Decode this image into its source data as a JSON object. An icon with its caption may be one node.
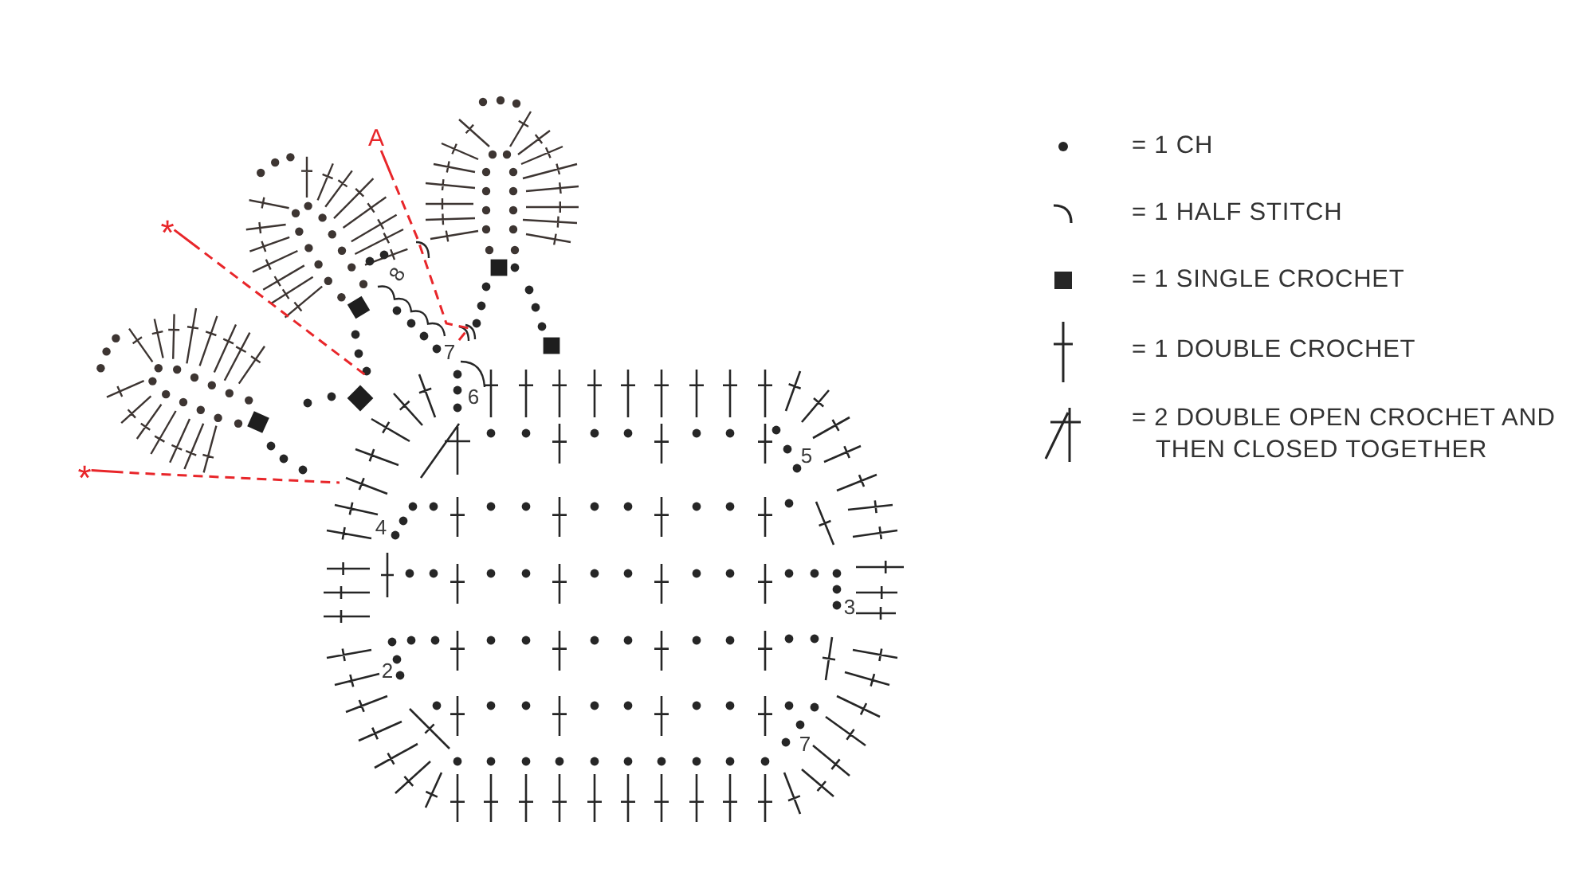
{
  "diagram": {
    "nodes": [
      {
        "text": [
          "A"
        ]
      },
      {
        "text": [
          "*"
        ]
      },
      {
        "text": [
          "7"
        ]
      },
      {
        "text": [
          "*"
        ]
      }
    ],
    "edges": [
      {
        "from": 0,
        "to": 2,
        "arrow": "none",
        "style": "dashed",
        "color": "#e8262a"
      },
      {
        "from": 1,
        "to": null,
        "arrow": "none",
        "style": "dashed",
        "color": "#e8262a"
      },
      {
        "from": 3,
        "to": null,
        "arrow": "none",
        "style": "dashed",
        "color": "#e8262a"
      }
    ],
    "labels": [
      "8",
      "6",
      "5",
      "4",
      "3",
      "2",
      "7"
    ],
    "legend": [
      {
        "text": "= 1 CH"
      },
      {
        "text": "= 1 HALF STITCH"
      },
      {
        "text": "= 1 SINGLE CROCHET"
      },
      {
        "text": "= 1 DOUBLE CROCHET"
      },
      {
        "text": "= 2 DOUBLE OPEN CROCHET AND THEN CLOSED TOGETHER"
      }
    ]
  }
}
